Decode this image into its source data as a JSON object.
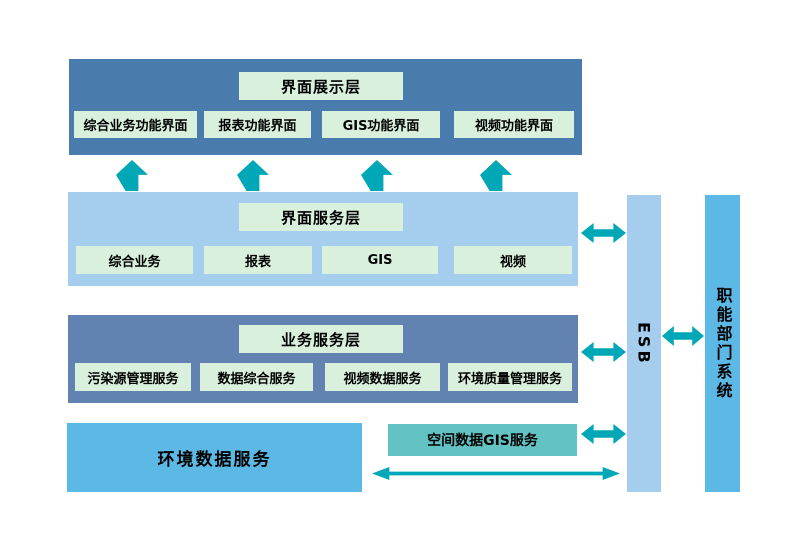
{
  "diagram_title": "environment-system-architecture",
  "colors": {
    "presentation_layer_bg": "#4a7bad",
    "ui_service_layer_bg": "#a5cdee",
    "business_service_layer_bg": "#6283b2",
    "mint_box_bg": "#d9f0dd",
    "env_data_box_bg": "#5cb8e4",
    "spatial_gis_box_bg": "#63c3c3",
    "esb_bar_bg": "#a5cdee",
    "dept_bar_bg": "#5cb8e4",
    "arrow_color": "#00a7b7",
    "text_color": "#000000"
  },
  "layers": {
    "presentation": {
      "title": "界面展示层",
      "items": [
        "综合业务功能界面",
        "报表功能界面",
        "GIS功能界面",
        "视频功能界面"
      ]
    },
    "ui_service": {
      "title": "界面服务层",
      "items": [
        "综合业务",
        "报表",
        "GIS",
        "视频"
      ]
    },
    "business_service": {
      "title": "业务服务层",
      "items": [
        "污染源管理服务",
        "数据综合服务",
        "视频数据服务",
        "环境质量管理服务"
      ]
    }
  },
  "bottom": {
    "env_data_service": "环境数据服务",
    "spatial_gis_service": "空间数据GIS服务"
  },
  "right": {
    "esb": "ESB",
    "dept_system": "职能部门系统"
  }
}
